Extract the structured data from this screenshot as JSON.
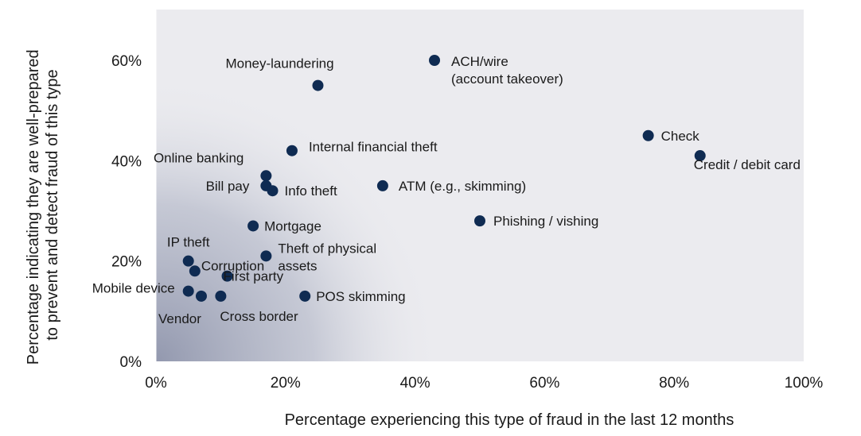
{
  "chart_data": {
    "type": "scatter",
    "title": "",
    "xlabel": "Percentage experiencing this type of fraud in the last 12 months",
    "ylabel_lines": [
      "Percentage indicating they are well-prepared",
      "to prevent and detect fraud of this type"
    ],
    "xlim": [
      0,
      100
    ],
    "ylim": [
      0,
      60
    ],
    "x_ticks": [
      "0%",
      "20%",
      "40%",
      "60%",
      "80%",
      "100%"
    ],
    "x_tick_values": [
      0,
      20,
      40,
      60,
      80,
      100
    ],
    "y_ticks": [
      "0%",
      "20%",
      "40%",
      "60%"
    ],
    "y_tick_values": [
      0,
      20,
      40,
      60
    ],
    "grid": false,
    "colors": {
      "point": "#0f2b52",
      "plot_bg": "#ebebef",
      "shade": "#9aa0b6"
    },
    "points": [
      {
        "label": [
          "Money-laundering"
        ],
        "x": 25,
        "y": 55
      },
      {
        "label": [
          "ACH/wire",
          "(account takeover)"
        ],
        "x": 43,
        "y": 60
      },
      {
        "label": [
          "Check"
        ],
        "x": 76,
        "y": 45
      },
      {
        "label": [
          "Credit / debit card"
        ],
        "x": 84,
        "y": 41
      },
      {
        "label": [
          "Internal financial theft"
        ],
        "x": 21,
        "y": 42
      },
      {
        "label": [
          "Online banking"
        ],
        "x": 17,
        "y": 37
      },
      {
        "label": [
          "Bill pay"
        ],
        "x": 17,
        "y": 35
      },
      {
        "label": [
          "Info theft"
        ],
        "x": 18,
        "y": 34
      },
      {
        "label": [
          "ATM (e.g., skimming)"
        ],
        "x": 35,
        "y": 35
      },
      {
        "label": [
          "Phishing / vishing"
        ],
        "x": 50,
        "y": 28
      },
      {
        "label": [
          "Mortgage"
        ],
        "x": 15,
        "y": 27
      },
      {
        "label": [
          "Theft of physical",
          "assets"
        ],
        "x": 17,
        "y": 21
      },
      {
        "label": [
          "IP theft"
        ],
        "x": 5,
        "y": 20
      },
      {
        "label": [
          "Corruption"
        ],
        "x": 6,
        "y": 18
      },
      {
        "label": [
          "First party"
        ],
        "x": 11,
        "y": 17
      },
      {
        "label": [
          "Mobile device"
        ],
        "x": 5,
        "y": 14
      },
      {
        "label": [
          "Vendor"
        ],
        "x": 7,
        "y": 13
      },
      {
        "label": [
          "Cross border"
        ],
        "x": 10,
        "y": 13
      },
      {
        "label": [
          "POS skimming"
        ],
        "x": 23,
        "y": 13
      }
    ]
  }
}
